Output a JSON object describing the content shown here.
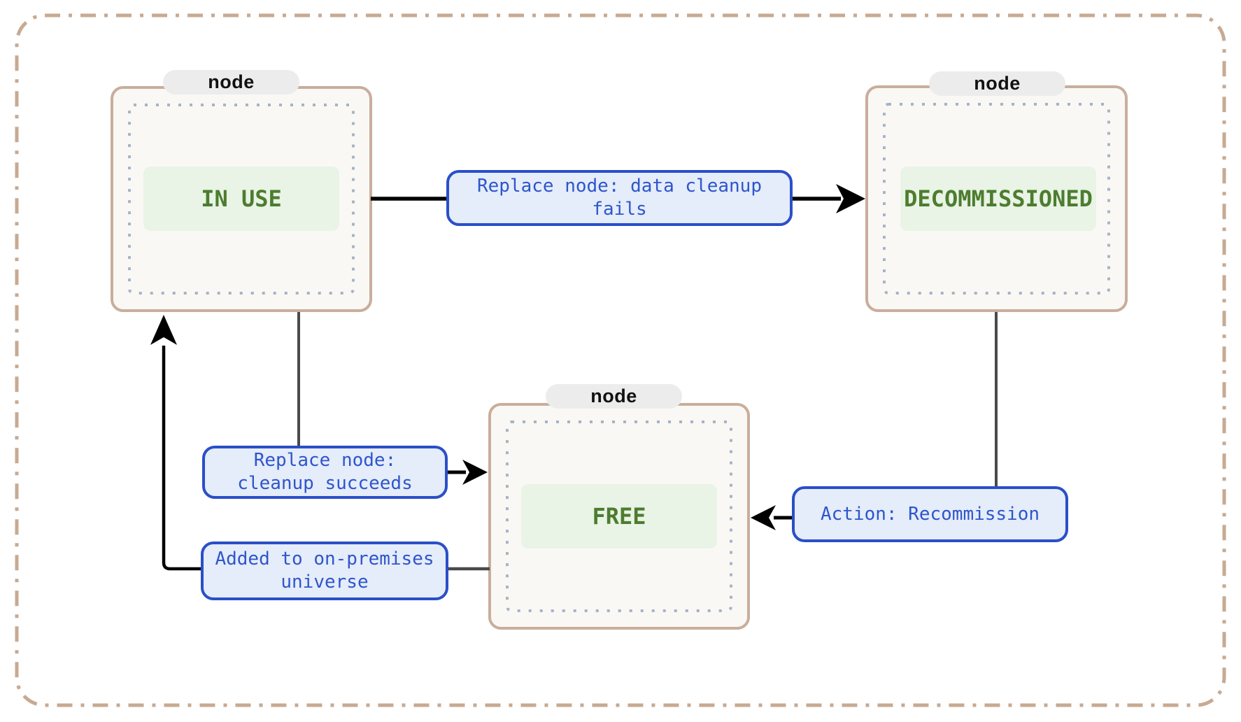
{
  "nodes": [
    {
      "tab": "node",
      "state": "IN USE"
    },
    {
      "tab": "node",
      "state": "DECOMMISSIONED"
    },
    {
      "tab": "node",
      "state": "FREE"
    }
  ],
  "edges": [
    {
      "label": "Replace node: data cleanup fails",
      "from": "IN USE",
      "to": "DECOMMISSIONED"
    },
    {
      "label": "Replace node: cleanup succeeds",
      "from": "IN USE",
      "to": "FREE"
    },
    {
      "label": "Added to on-premises universe",
      "from": "FREE",
      "to": "IN USE"
    },
    {
      "label": "Action: Recommission",
      "from": "DECOMMISSIONED",
      "to": "FREE"
    }
  ],
  "colors": {
    "node_border": "#c9ae9c",
    "node_fill": "#faf8f5",
    "tab_fill": "#ececec",
    "tab_text": "#111111",
    "state_text": "#4c7d2e",
    "state_fill": "#e9f3e6",
    "dotted": "#a5b4c6",
    "edge_label_border": "#2a4fc7",
    "edge_label_fill": "#e5ecfa",
    "edge_label_text": "#2e56cb",
    "outer_border": "#c7aa92",
    "edge_gray": "#4a4a4a",
    "edge_black": "#000000"
  }
}
